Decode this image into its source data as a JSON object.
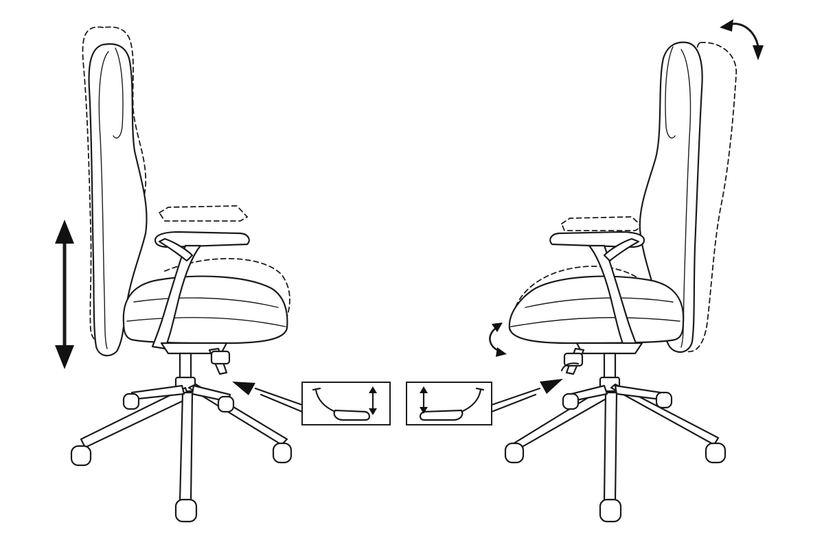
{
  "figure": {
    "background": "#ffffff",
    "line_color": "#1a1a1a",
    "panels": [
      {
        "id": "left-chair",
        "adjustment": "seat-height",
        "dashed_outline": "raised-position"
      },
      {
        "id": "right-chair",
        "adjustment": "backrest-tilt",
        "dashed_outline": "reclined-position"
      }
    ],
    "icons": [
      "double-arrow-vertical-icon",
      "curved-double-arrow-icon",
      "lever-up-down-icon"
    ]
  }
}
